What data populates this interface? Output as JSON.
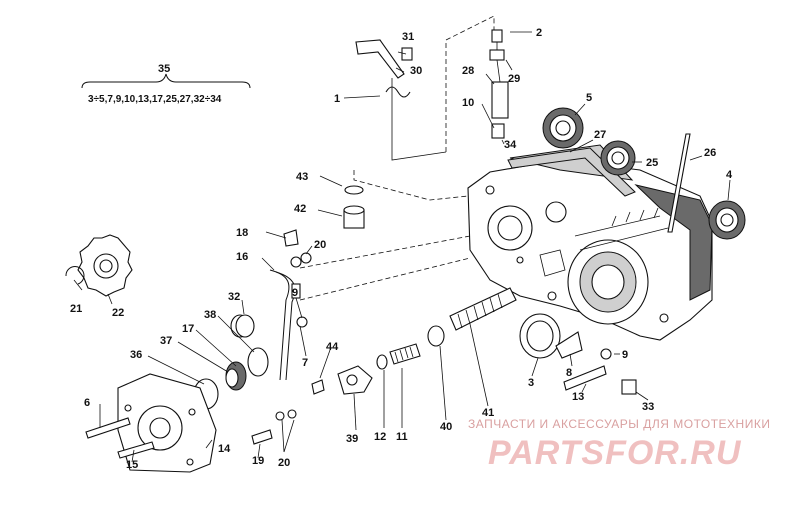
{
  "labels": {
    "n1": "1",
    "n2": "2",
    "n3": "3",
    "n4": "4",
    "n5": "5",
    "n6": "6",
    "n7": "7",
    "n8": "8",
    "n9a": "9",
    "n9b": "9",
    "n10": "10",
    "n11": "11",
    "n12": "12",
    "n13": "13",
    "n14": "14",
    "n15": "15",
    "n16": "16",
    "n17": "17",
    "n18": "18",
    "n19": "19",
    "n20a": "20",
    "n20b": "20",
    "n21": "21",
    "n22": "22",
    "n25": "25",
    "n26": "26",
    "n27": "27",
    "n28": "28",
    "n29": "29",
    "n30": "30",
    "n31": "31",
    "n32": "32",
    "n33": "33",
    "n34": "34",
    "n35": "35",
    "n36": "36",
    "n37": "37",
    "n38": "38",
    "n39": "39",
    "n40": "40",
    "n41": "41",
    "n42": "42",
    "n43": "43",
    "n44": "44"
  },
  "kit_list": "3÷5,7,9,10,13,17,25,27,32÷34",
  "watermark": {
    "line1": "ЗАПЧАСТИ И АКСЕССУАРЫ ДЛЯ МОТОТЕХНИКИ",
    "line2": "PARTSFOR.RU"
  }
}
